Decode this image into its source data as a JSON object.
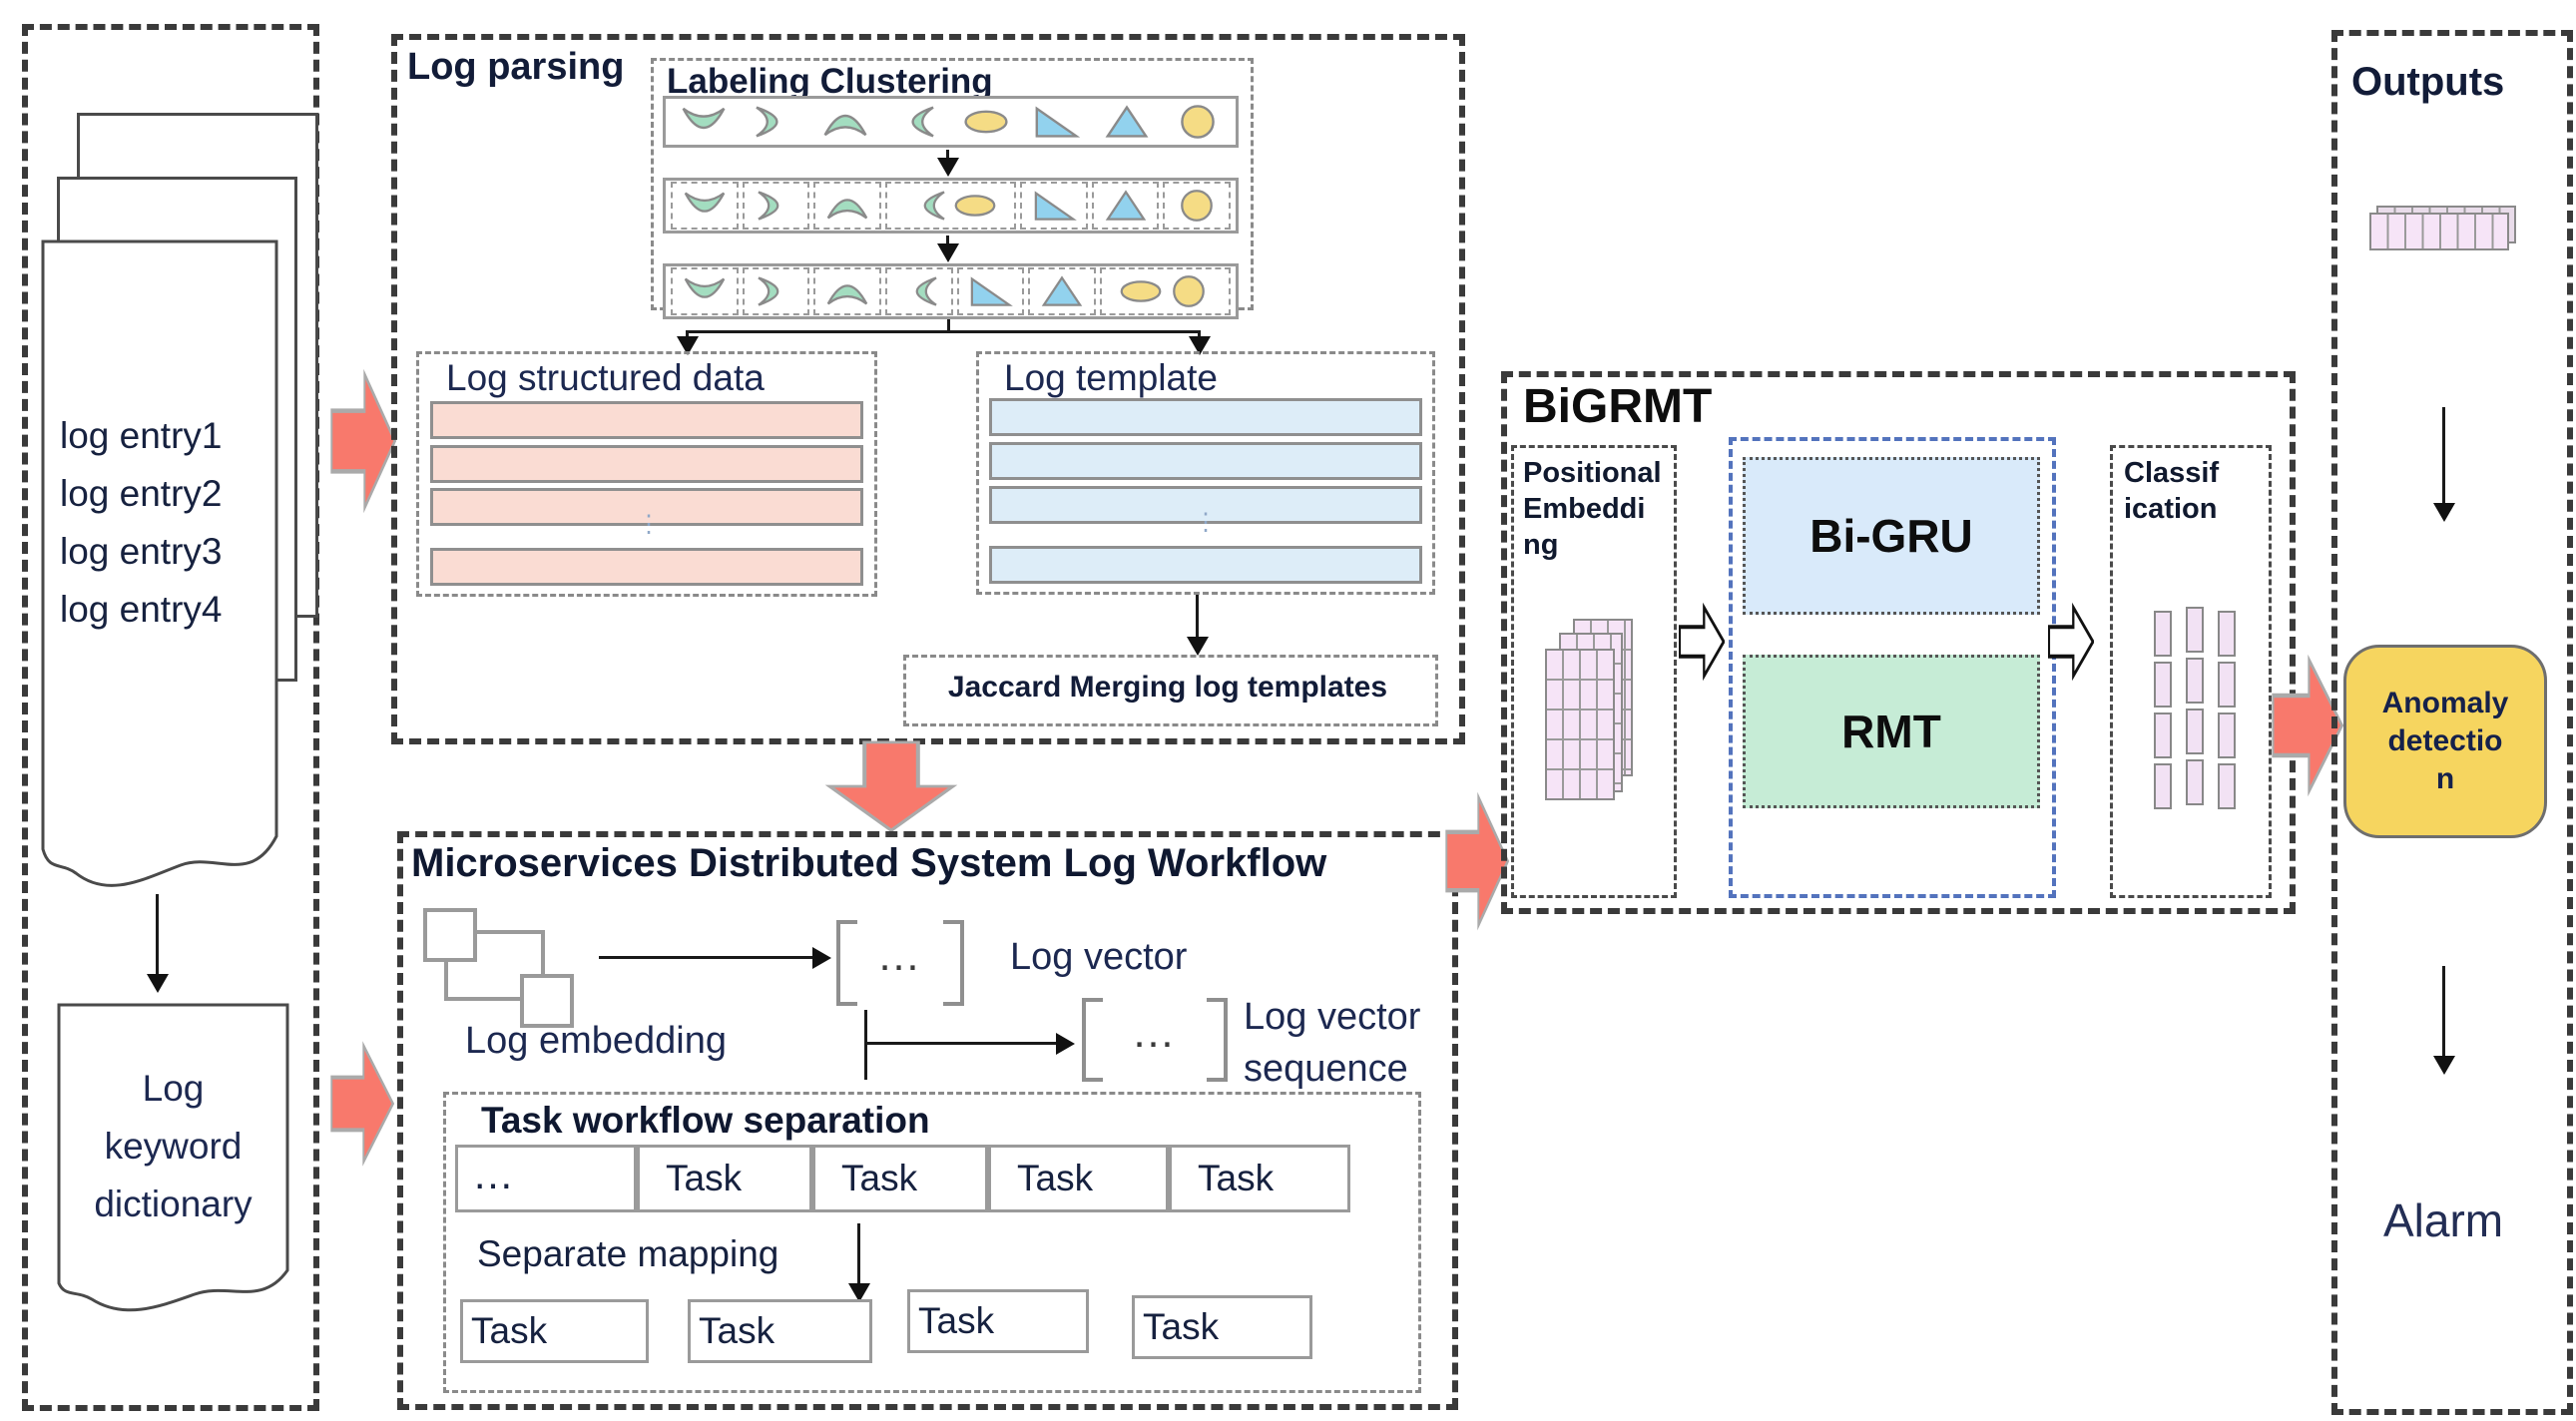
{
  "left_panel": {
    "log_entries": [
      "log entry1",
      "log entry2",
      "log entry3",
      "log entry4"
    ],
    "dictionary_lines": [
      "Log",
      "keyword",
      "dictionary"
    ]
  },
  "log_parsing": {
    "title": "Log parsing",
    "labeling": {
      "title": "Labeling Clustering",
      "rows": [
        [
          [
            "crescent-open-up"
          ],
          [
            "crescent-open-left"
          ],
          [
            "crescent-open-down"
          ],
          [
            "crescent-open-right"
          ],
          [
            "ellipse"
          ],
          [
            "right-triangle"
          ],
          [
            "triangle"
          ],
          [
            "circle"
          ]
        ],
        [
          [
            "crescent-open-up"
          ],
          [
            "crescent-open-left"
          ],
          [
            "crescent-open-down"
          ],
          [
            "crescent-open-right",
            "ellipse"
          ],
          [
            "right-triangle"
          ],
          [
            "triangle"
          ],
          [
            "circle"
          ]
        ],
        [
          [
            "crescent-open-up"
          ],
          [
            "crescent-open-left"
          ],
          [
            "crescent-open-down"
          ],
          [
            "crescent-open-right"
          ],
          [
            "right-triangle"
          ],
          [
            "triangle"
          ],
          [
            "ellipse",
            "circle"
          ]
        ]
      ]
    },
    "structured": {
      "title": "Log structured data",
      "dots": "⋮"
    },
    "template": {
      "title": "Log template",
      "dots": "⋮"
    },
    "jaccard_label": "Jaccard Merging log templates"
  },
  "workflow": {
    "title": "Microservices Distributed System Log Workflow",
    "log_embedding_label": "Log embedding",
    "log_vector_label": "Log vector",
    "log_vector_sequence_lines": [
      "Log vector",
      "sequence"
    ],
    "bracket_dots": "…",
    "task_section": {
      "title": "Task workflow separation",
      "row_cells": [
        "…",
        "Task",
        "Task",
        "Task",
        "Task"
      ],
      "separate_label": "Separate mapping",
      "bottom_tasks": [
        "Task",
        "Task",
        "Task",
        "Task"
      ]
    }
  },
  "bigrmt": {
    "title": "BiGRMT",
    "positional_lines": [
      "Positional",
      "Embeddi",
      "ng"
    ],
    "bigru_label": "Bi-GRU",
    "rmt_label": "RMT",
    "classification_lines": [
      "Classif",
      "ication"
    ]
  },
  "outputs": {
    "title": "Outputs",
    "anomaly_lines": [
      "Anomaly",
      "detectio",
      "n"
    ],
    "alarm_label": "Alarm"
  },
  "colors": {
    "red_arrow": "#f8796c",
    "pink_bar": "#fadcd3",
    "blue_bar": "#ddedf8",
    "bigru_fill": "#d9eafa",
    "rmt_fill": "#c6ecd6",
    "anomaly_fill": "#f6d55f",
    "green_shape": "#a3ddc0",
    "blue_shape": "#92d2ee",
    "yellow_shape": "#f5dc85",
    "cube_fill": "#f6e4f7"
  }
}
